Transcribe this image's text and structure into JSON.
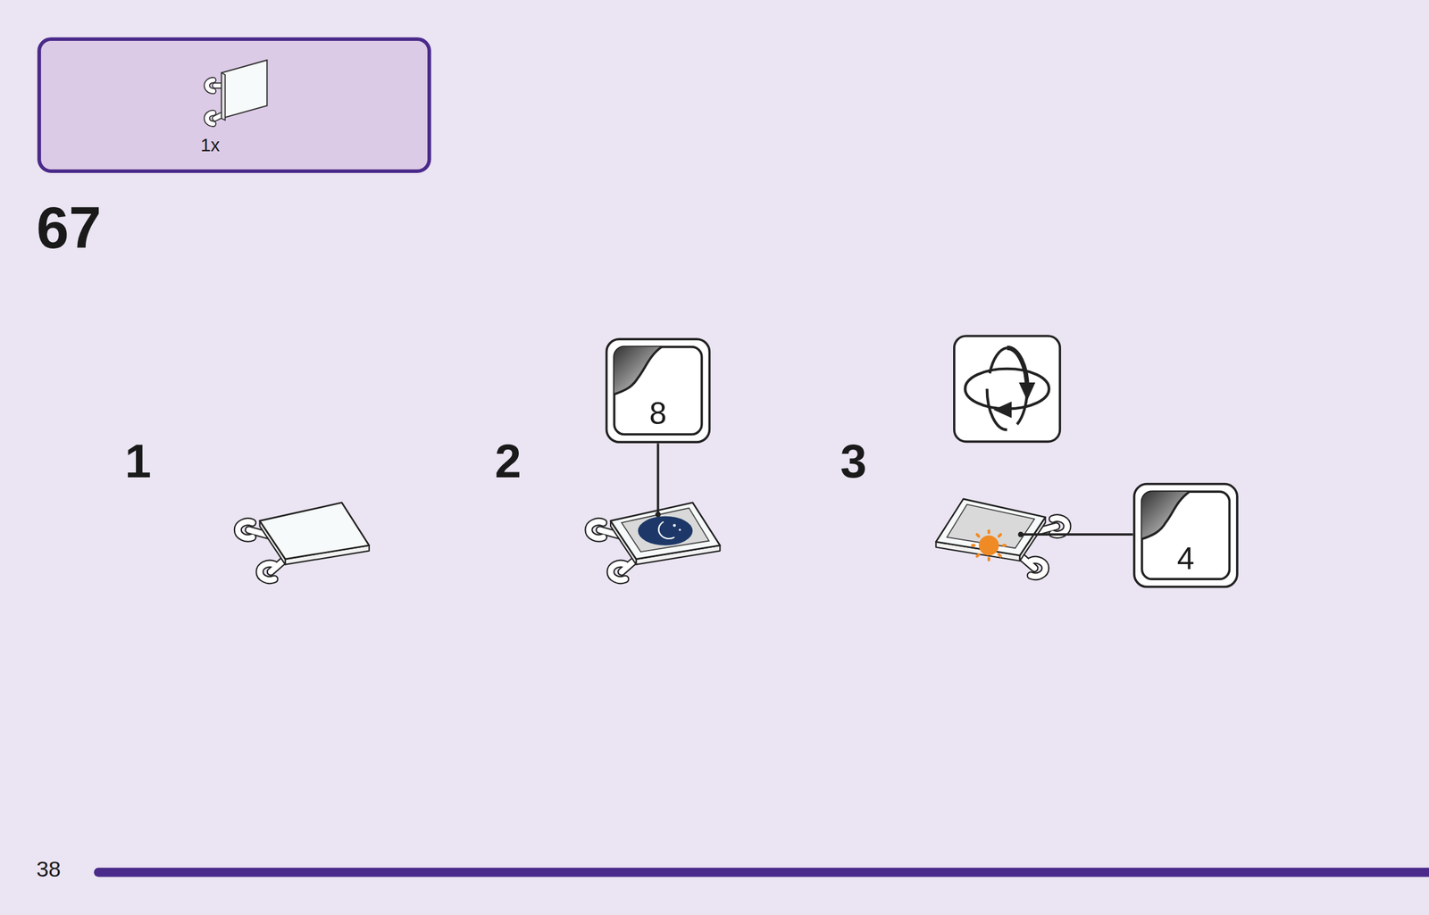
{
  "diagram": {
    "nodes": [
      {
        "text": [
          "1x"
        ]
      },
      {
        "text": [
          "8"
        ]
      },
      {
        "text": [
          "4"
        ]
      }
    ],
    "labels": [
      "67",
      "1",
      "2",
      "3",
      "38"
    ]
  }
}
